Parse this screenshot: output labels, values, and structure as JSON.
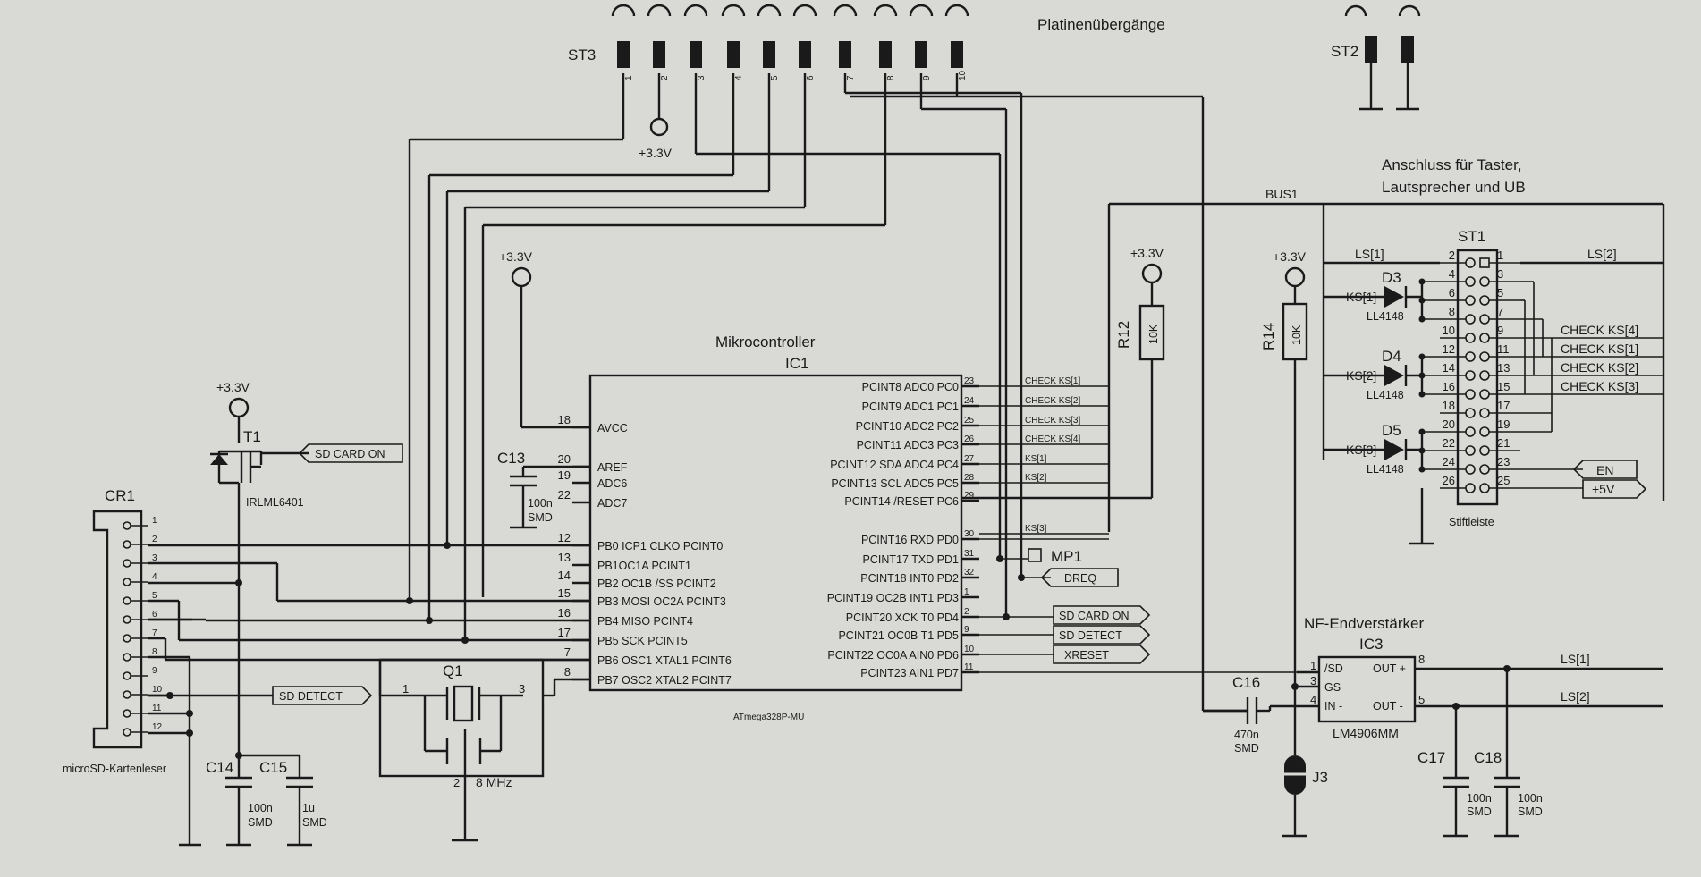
{
  "title": "Platinenübergänge",
  "connector_header": "Anschluss für Taster,",
  "connector_header_2": "Lautsprecher und UB",
  "bus_label": "BUS1",
  "supply_label": "+3.3V",
  "st3": {
    "ref": "ST3",
    "pins": [
      "1",
      "2",
      "3",
      "4",
      "5",
      "6",
      "7",
      "8",
      "9",
      "10"
    ]
  },
  "st2": {
    "ref": "ST2"
  },
  "ic1": {
    "title": "Mikrocontroller",
    "ref": "IC1",
    "part": "ATmega328P-MU",
    "left_pins": [
      {
        "num": "18",
        "name": "AVCC"
      },
      {
        "num": "20",
        "name": "AREF"
      },
      {
        "num": "19",
        "name": "ADC6"
      },
      {
        "num": "22",
        "name": "ADC7"
      },
      {
        "num": "12",
        "name": "PB0 ICP1 CLKO PCINT0"
      },
      {
        "num": "13",
        "name": "PB1OC1A PCINT1"
      },
      {
        "num": "14",
        "name": "PB2 OC1B /SS  PCINT2"
      },
      {
        "num": "15",
        "name": "PB3 MOSI OC2A PCINT3"
      },
      {
        "num": "16",
        "name": "PB4 MISO PCINT4"
      },
      {
        "num": "17",
        "name": "PB5 SCK PCINT5"
      },
      {
        "num": "7",
        "name": "PB6 OSC1 XTAL1 PCINT6"
      },
      {
        "num": "8",
        "name": "PB7 OSC2 XTAL2  PCINT7"
      }
    ],
    "right_pins": [
      {
        "num": "23",
        "name": "PCINT8 ADC0 PC0"
      },
      {
        "num": "24",
        "name": "PCINT9 ADC1 PC1"
      },
      {
        "num": "25",
        "name": "PCINT10 ADC2 PC2"
      },
      {
        "num": "26",
        "name": "PCINT11 ADC3 PC3"
      },
      {
        "num": "27",
        "name": "PCINT12 SDA ADC4 PC4"
      },
      {
        "num": "28",
        "name": "PCINT13 SCL ADC5 PC5"
      },
      {
        "num": "29",
        "name": "PCINT14 /RESET PC6"
      },
      {
        "num": "30",
        "name": "PCINT16 RXD PD0"
      },
      {
        "num": "31",
        "name": "PCINT17 TXD PD1"
      },
      {
        "num": "32",
        "name": "PCINT18 INT0 PD2"
      },
      {
        "num": "1",
        "name": "PCINT19 OC2B INT1 PD3"
      },
      {
        "num": "2",
        "name": "PCINT20 XCK T0 PD4"
      },
      {
        "num": "9",
        "name": "PCINT21 OC0B T1 PD5"
      },
      {
        "num": "10",
        "name": "PCINT22 OC0A AIN0 PD6"
      },
      {
        "num": "11",
        "name": "PCINT23 AIN1 PD7"
      }
    ],
    "net_labels": [
      "CHECK KS[1]",
      "CHECK KS[2]",
      "CHECK KS[3]",
      "CHECK KS[4]",
      "KS[1]",
      "KS[2]",
      "KS[3]"
    ]
  },
  "mp1": "MP1",
  "dreq": "DREQ",
  "sd_card_on": "SD CARD ON",
  "sd_detect": "SD DETECT",
  "xreset": "XRESET",
  "t1": {
    "ref": "T1",
    "part": "IRLML6401"
  },
  "c13": {
    "ref": "C13",
    "value": "100n",
    "pkg": "SMD"
  },
  "c14": {
    "ref": "C14",
    "value": "100n",
    "pkg": "SMD"
  },
  "c15": {
    "ref": "C15",
    "value": "1u",
    "pkg": "SMD"
  },
  "c16": {
    "ref": "C16",
    "value": "470n",
    "pkg": "SMD"
  },
  "c17": {
    "ref": "C17",
    "value": "100n",
    "pkg": "SMD"
  },
  "c18": {
    "ref": "C18",
    "value": "100n",
    "pkg": "SMD"
  },
  "q1": {
    "ref": "Q1",
    "freq": "8 MHz",
    "pin1": "1",
    "pin2": "2",
    "pin3": "3"
  },
  "cr1": {
    "ref": "CR1",
    "name": "microSD-Kartenleser",
    "pins": [
      "1",
      "2",
      "3",
      "4",
      "5",
      "6",
      "7",
      "8",
      "9",
      "10",
      "11",
      "12"
    ]
  },
  "r12": {
    "ref": "R12",
    "value": "10K"
  },
  "r14": {
    "ref": "R14",
    "value": "10K"
  },
  "j3": "J3",
  "ic3": {
    "title": "NF-Endverstärker",
    "ref": "IC3",
    "part": "LM4906MM",
    "pins": [
      {
        "num": "1",
        "name": "/SD"
      },
      {
        "num": "3",
        "name": "GS"
      },
      {
        "num": "4",
        "name": "IN -"
      },
      {
        "num": "8",
        "name": "OUT +"
      },
      {
        "num": "5",
        "name": "OUT -"
      }
    ]
  },
  "st1": {
    "ref": "ST1",
    "caption": "Stiftleiste",
    "left": [
      "2",
      "4",
      "6",
      "8",
      "10",
      "12",
      "14",
      "16",
      "18",
      "20",
      "22",
      "24",
      "26"
    ],
    "right": [
      "1",
      "3",
      "5",
      "7",
      "9",
      "11",
      "13",
      "15",
      "17",
      "19",
      "21",
      "23",
      "25"
    ]
  },
  "diodes": [
    {
      "ref": "D3",
      "part": "LL4148",
      "net": "KS[1]"
    },
    {
      "ref": "D4",
      "part": "LL4148",
      "net": "KS[2]"
    },
    {
      "ref": "D5",
      "part": "LL4148",
      "net": "KS[3]"
    }
  ],
  "st1_nets": {
    "ls1": "LS[1]",
    "ls2": "LS[2]",
    "chk4": "CHECK KS[4]",
    "chk1": "CHECK KS[1]",
    "chk2": "CHECK KS[2]",
    "chk3": "CHECK KS[3]",
    "en": "EN",
    "v5": "+5V"
  },
  "ic3_nets": {
    "ls1": "LS[1]",
    "ls2": "LS[2]"
  }
}
